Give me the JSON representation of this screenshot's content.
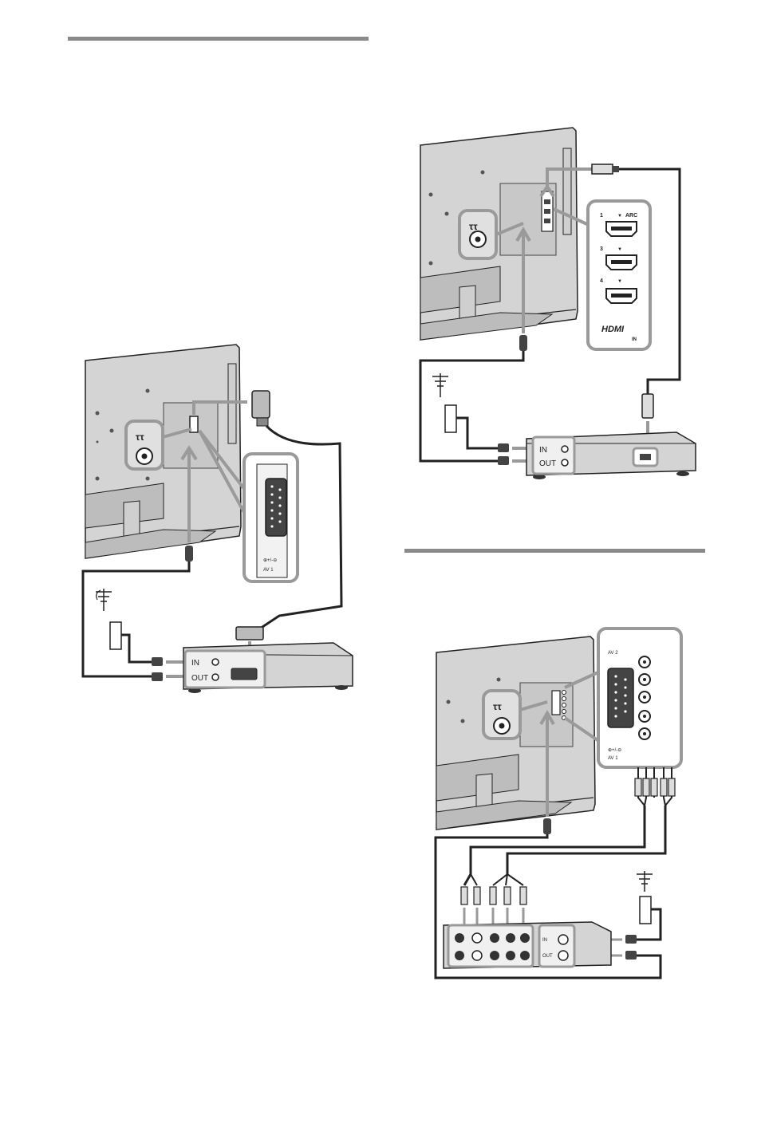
{
  "labels": {
    "in": "IN",
    "out": "OUT",
    "av1_label": "AV 1",
    "arc": "ARC",
    "hdmi_port_1": "1",
    "hdmi_port_3": "3",
    "hdmi_port_4": "4",
    "hdmi_logo": "HDMI",
    "hdmi_in": "IN",
    "av2_label": "AV 2",
    "av1_small": "AV 1"
  },
  "colors": {
    "rule": "#8a8a8a",
    "highlight": "#9a9a9a",
    "tv_body": "#d4d4d4",
    "cable": "#222222"
  },
  "icons": [
    "antenna-icon",
    "coax-socket-icon",
    "scart-socket-icon",
    "hdmi-port-icon",
    "rca-jack-icon",
    "wall-socket-icon"
  ]
}
